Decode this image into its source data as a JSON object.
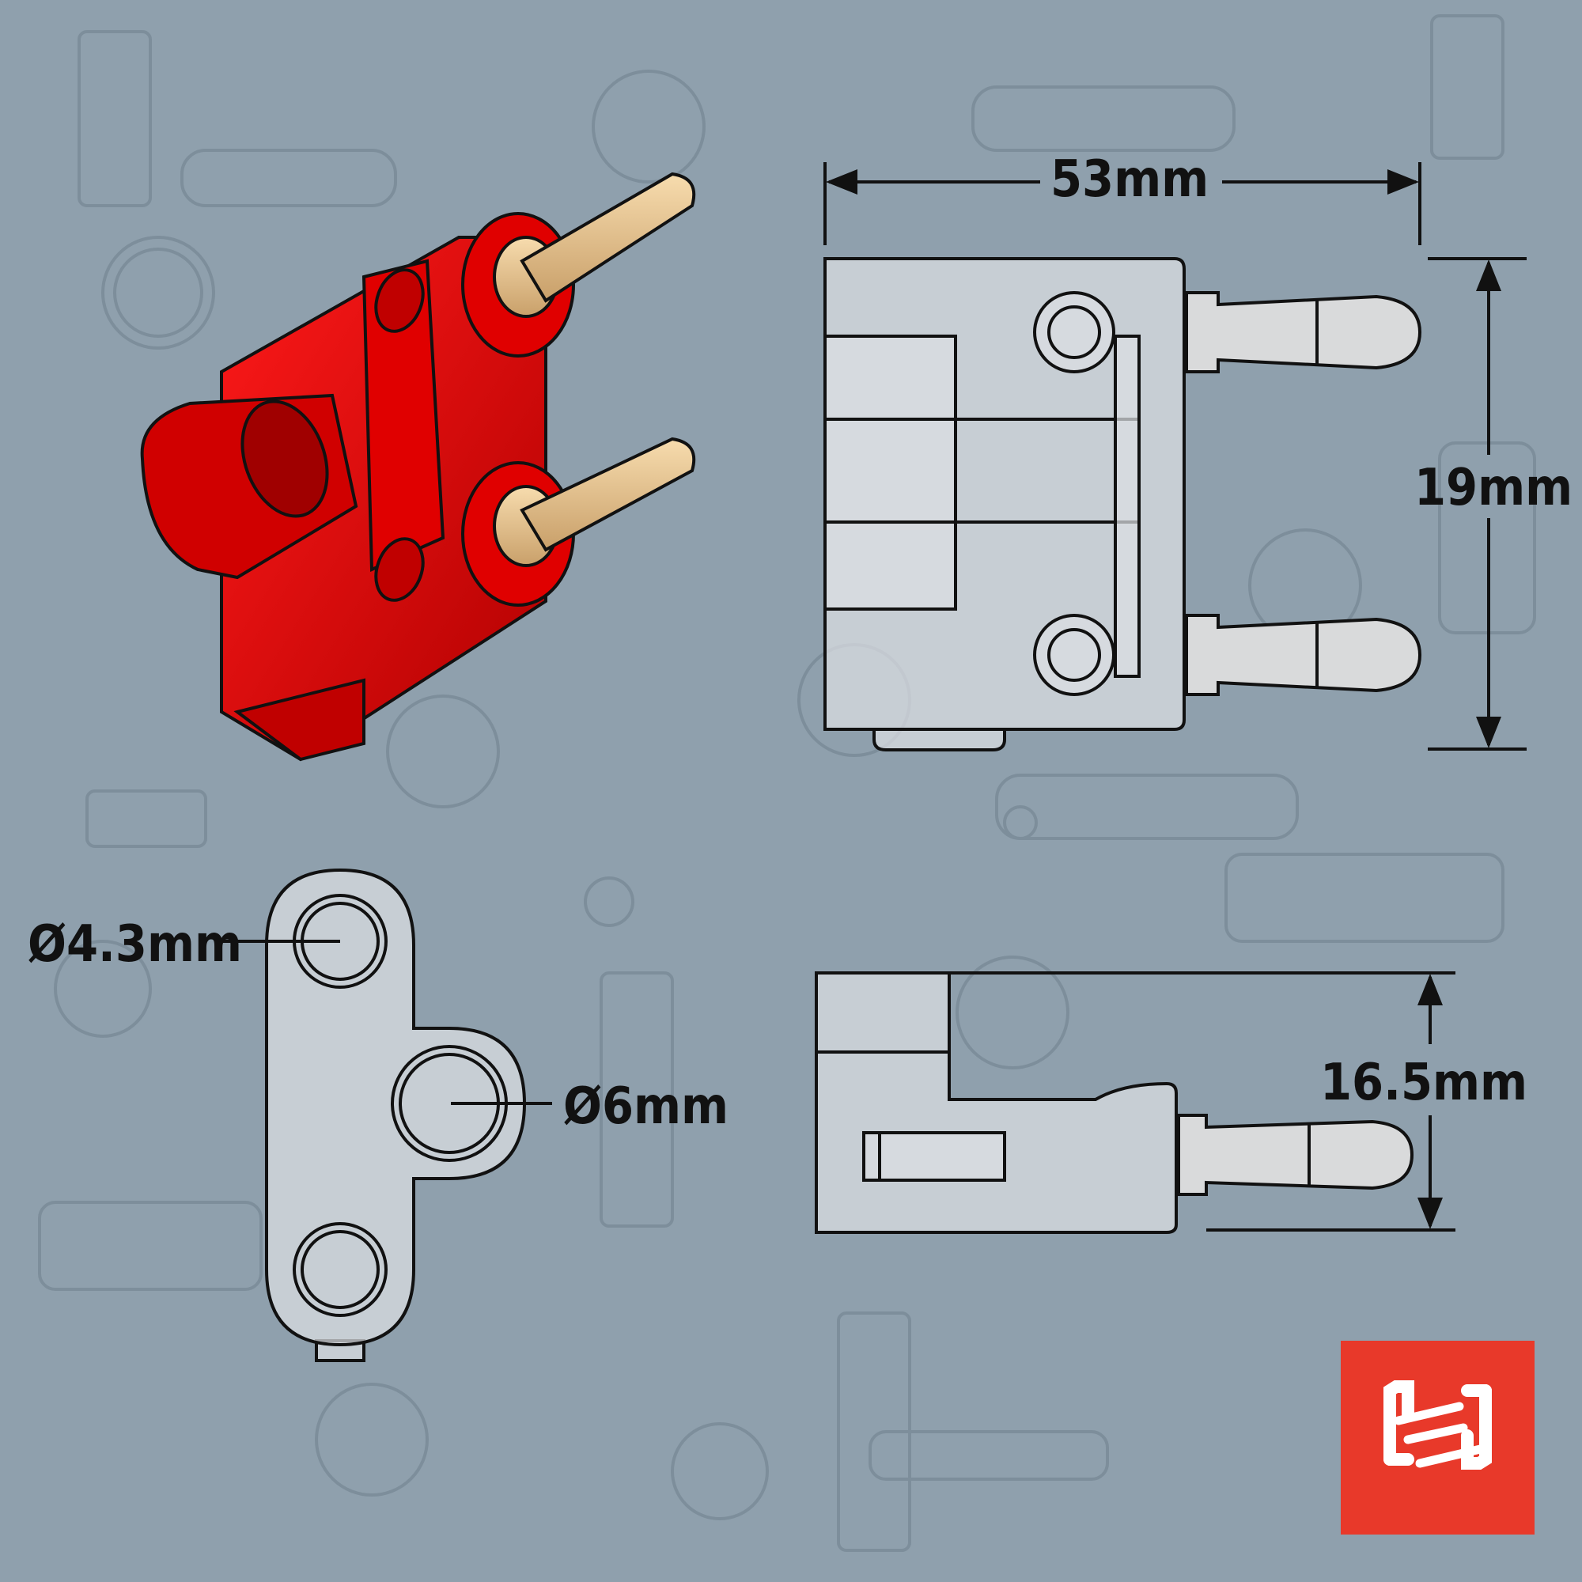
{
  "dimensions": {
    "width": "53mm",
    "height": "19mm",
    "pin_hole_diameter": "Ø4.3mm",
    "center_hole_diameter": "Ø6mm",
    "depth": "16.5mm"
  },
  "colors": {
    "background": "#8fa0ad",
    "part_red": "#e00000",
    "pin_gold": "#e3c08a",
    "logo_red": "#e8392a"
  },
  "logo": {
    "text": "H",
    "icon": "hosa-h-logo"
  }
}
